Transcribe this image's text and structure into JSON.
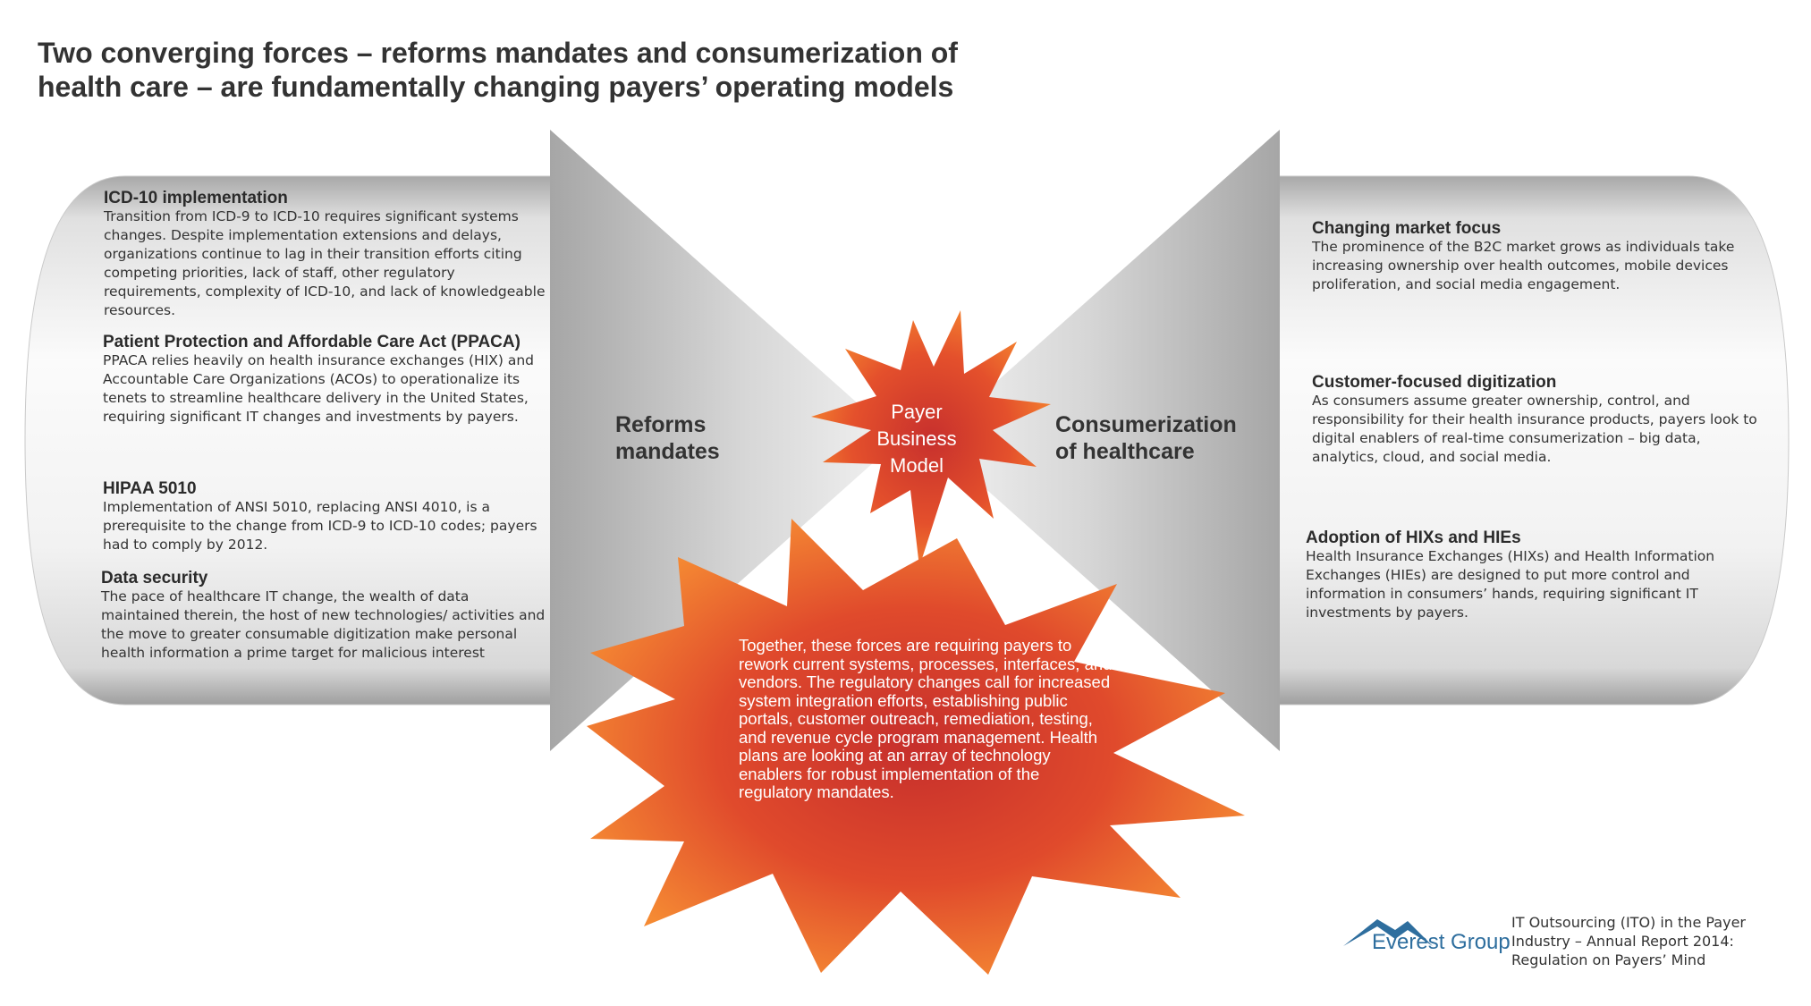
{
  "title": {
    "line1": "Two converging forces – reforms mandates and consumerization of",
    "line2": "health care – are fundamentally changing payers’ operating models"
  },
  "left_items": [
    {
      "heading": "ICD-10 implementation",
      "body": "Transition from ICD-9 to ICD-10 requires significant systems changes. Despite implementation extensions and delays, organizations continue to lag in their transition efforts citing competing priorities, lack of staff, other regulatory requirements, complexity of ICD-10, and lack of knowledgeable resources."
    },
    {
      "heading": "Patient Protection and Affordable Care Act (PPACA)",
      "body": "PPACA relies heavily on health insurance exchanges (HIX) and Accountable Care Organizations (ACOs) to operationalize its tenets to streamline healthcare delivery in the United States, requiring significant IT changes and investments by payers."
    },
    {
      "heading": "HIPAA 5010",
      "body": "Implementation of ANSI 5010, replacing ANSI 4010, is a prerequisite to the change from ICD-9 to ICD-10 codes; payers had to comply by 2012."
    },
    {
      "heading": "Data security",
      "body": "The pace of healthcare IT change, the wealth of data maintained therein, the host of new technologies/ activities and the move to greater consumable digitization make personal health information a prime target for malicious interest"
    }
  ],
  "right_items": [
    {
      "heading": "Changing market focus",
      "body": "The prominence of the B2C market grows as individuals take increasing ownership over health outcomes, mobile devices proliferation, and social media engagement."
    },
    {
      "heading": "Customer-focused digitization",
      "body": "As consumers assume greater ownership, control, and responsibility for their health insurance products, payers look to digital enablers of real-time consumerization – big data, analytics, cloud, and social media."
    },
    {
      "heading": "Adoption of HIXs and HIEs",
      "body": "Health Insurance Exchanges (HIXs) and Health Information Exchanges (HIEs) are designed to put more control and information in consumers’ hands, requiring significant IT investments by payers."
    }
  ],
  "left_force": {
    "line1": "Reforms",
    "line2": "mandates"
  },
  "right_force": {
    "line1": "Consumerization",
    "line2": "of healthcare"
  },
  "center": {
    "line1": "Payer",
    "line2": "Business",
    "line3": "Model"
  },
  "burst_text": "Together, these forces are requiring payers to rework current systems, processes, interfaces, and vendors. The regulatory changes call for increased system integration efforts, establishing public portals, customer outreach, remediation, testing, and revenue cycle program management. Health plans are looking at an array of technology enablers for robust implementation of the regulatory mandates.",
  "footer": {
    "logo_text": "Everest Group",
    "line1": "IT Outsourcing (ITO) in the Payer",
    "line2": "Industry – Annual Report 2014:",
    "line3": "Regulation on Payers’ Mind"
  },
  "colors": {
    "title": "#333333",
    "burst_outer": "#f07a2e",
    "burst_inner": "#cf2f2c",
    "panel_light": "#f4f4f4",
    "panel_dark": "#bdbdbd",
    "logo_blue": "#2e6e9e"
  }
}
